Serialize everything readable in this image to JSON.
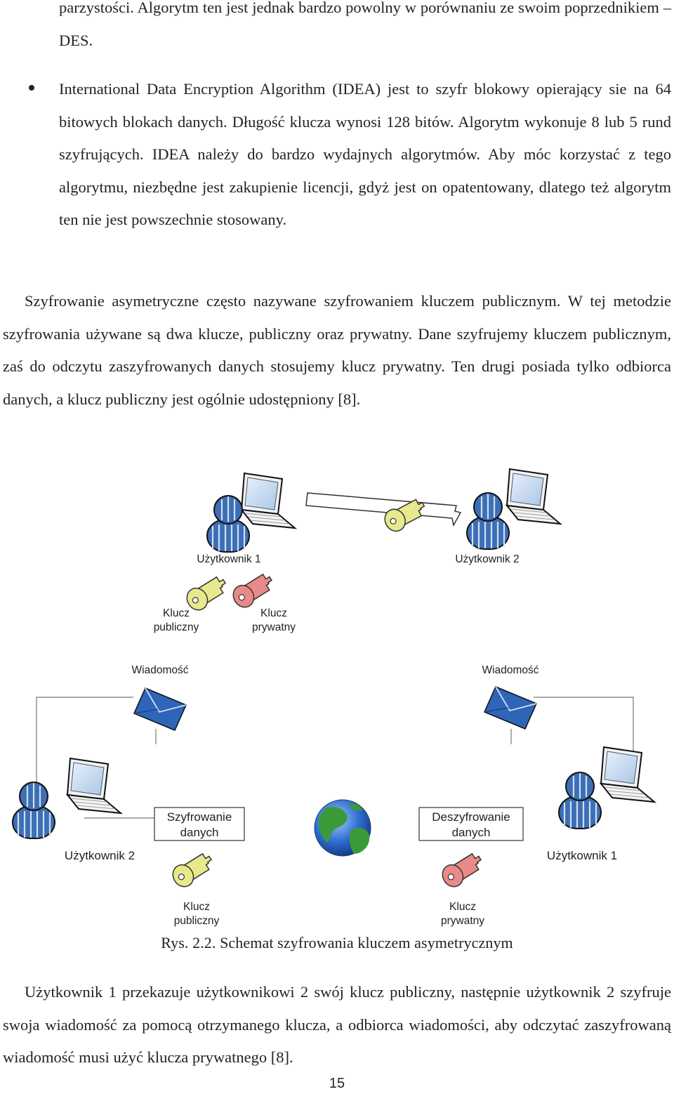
{
  "top_paragraph": "parzystości. Algorytm ten jest jednak bardzo powolny w porównaniu ze swoim poprzednikiem – DES.",
  "bullet_paragraph": "International Data Encryption Algorithm (IDEA) jest to szyfr blokowy opierający sie na 64 bitowych blokach danych. Długość klucza wynosi 128 bitów. Algorytm wykonuje 8 lub 5 rund szyfrujących. IDEA należy do bardzo wydajnych algorytmów. Aby móc korzystać z tego algorytmu, niezbędne jest zakupienie licencji, gdyż jest on opatentowany, dlatego też algorytm ten nie jest powszechnie stosowany.",
  "asym_paragraph": "Szyfrowanie asymetryczne często nazywane szyfrowaniem kluczem publicznym. W tej metodzie szyfrowania używane są dwa klucze, publiczny oraz prywatny. Dane szyfrujemy kluczem publicznym, zaś do odczytu zaszyfrowanych danych stosujemy klucz prywatny. Ten drugi posiada tylko odbiorca danych, a klucz publiczny jest ogólnie udostępniony [8].",
  "diagram": {
    "user1_top": "Użytkownik 1",
    "user2_top": "Użytkownik 2",
    "key_public_l1": "Klucz",
    "key_public_l2": "publiczny",
    "key_private_l1": "Klucz",
    "key_private_l2": "prywatny",
    "message_left": "Wiadomość",
    "message_right": "Wiadomość",
    "encrypt_l1": "Szyfrowanie",
    "encrypt_l2": "danych",
    "decrypt_l1": "Deszyfrowanie",
    "decrypt_l2": "danych",
    "user2_bottom": "Użytkownik 2",
    "user1_bottom": "Użytkownik 1",
    "bottom_public_l1": "Klucz",
    "bottom_public_l2": "publiczny",
    "bottom_private_l1": "Klucz",
    "bottom_private_l2": "prywatny"
  },
  "caption": "Rys. 2.2. Schemat szyfrowania kluczem asymetrycznym",
  "bottom_paragraph": "Użytkownik 1 przekazuje użytkownikowi 2 swój klucz publiczny, następnie użytkownik 2 szyfruje swoja wiadomość za pomocą otrzymanego klucza, a odbiorca wiadomości, aby odczytać zaszyfrowaną wiadomość musi użyć klucza prywatnego [8].",
  "page_number": "15",
  "colors": {
    "person": "#3d6fb6",
    "envelope": "#2f65b8",
    "key_yellow": "#e8e88c",
    "key_red": "#e88a8a",
    "globe_land": "#3a9a3a",
    "globe_sea": "#2f6fd0"
  }
}
